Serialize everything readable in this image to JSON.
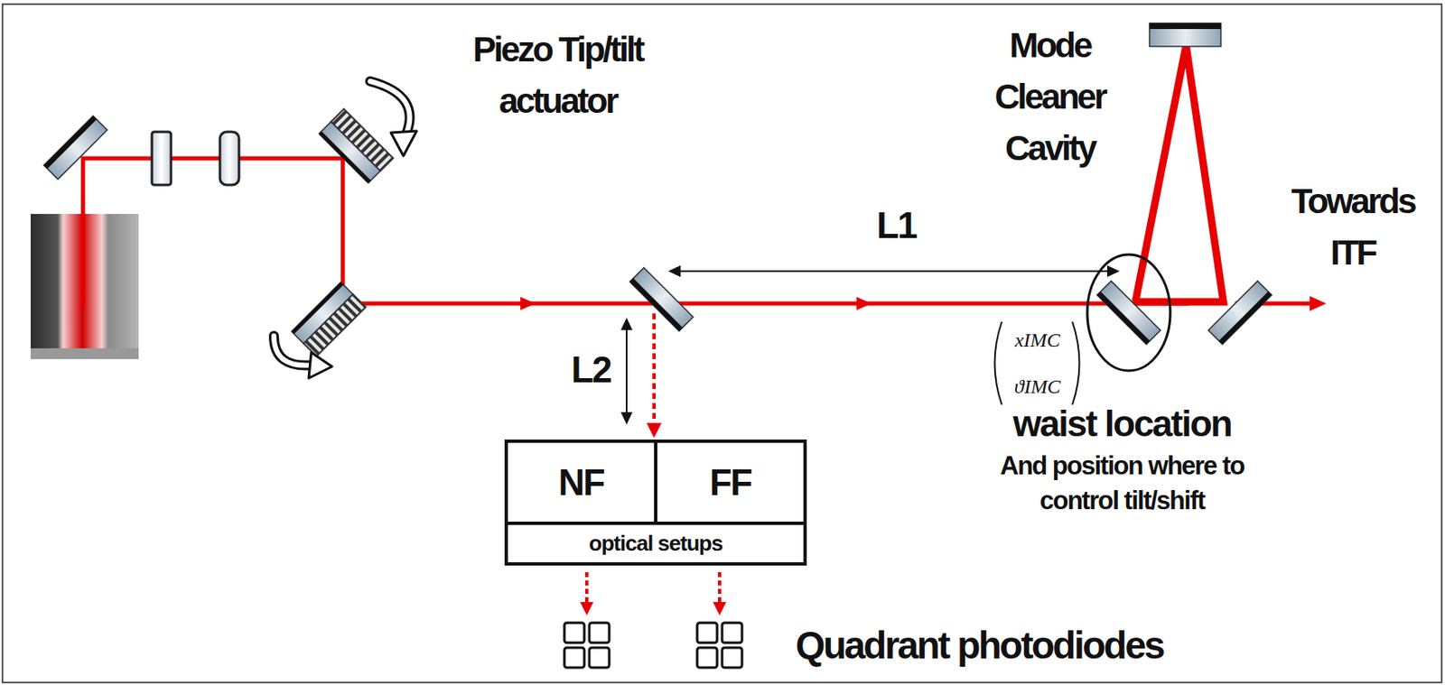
{
  "diagram": {
    "nodes": [
      {
        "text": [
          "NF"
        ]
      },
      {
        "text": [
          "FF"
        ]
      },
      {
        "text": [
          "optical setups"
        ]
      }
    ],
    "labels": [
      "Piezo Tip/tilt actuator",
      "Mode Cleaner Cavity",
      "Towards ITF",
      "L1",
      "L2",
      "xIMC",
      "ϑIMC",
      "waist location",
      "And position where to control tilt/shift",
      "Quadrant photodiodes"
    ]
  }
}
